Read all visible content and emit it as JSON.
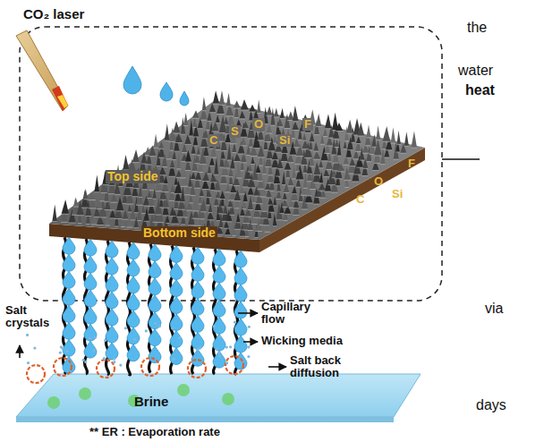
{
  "diagram": {
    "nodes": [
      {
        "text": [
          "Brine"
        ]
      }
    ],
    "labels": [
      "CO₂ laser",
      "Top side",
      "Bottom side",
      "C",
      "S",
      "O",
      "Si",
      "F",
      "O",
      "F",
      "C",
      "Si",
      "Salt crystals",
      "Capillary flow",
      "Wicking media",
      "Salt back diffusion",
      "** ER : Evaporation rate",
      "the",
      "water",
      "heat",
      "via",
      "days"
    ]
  }
}
